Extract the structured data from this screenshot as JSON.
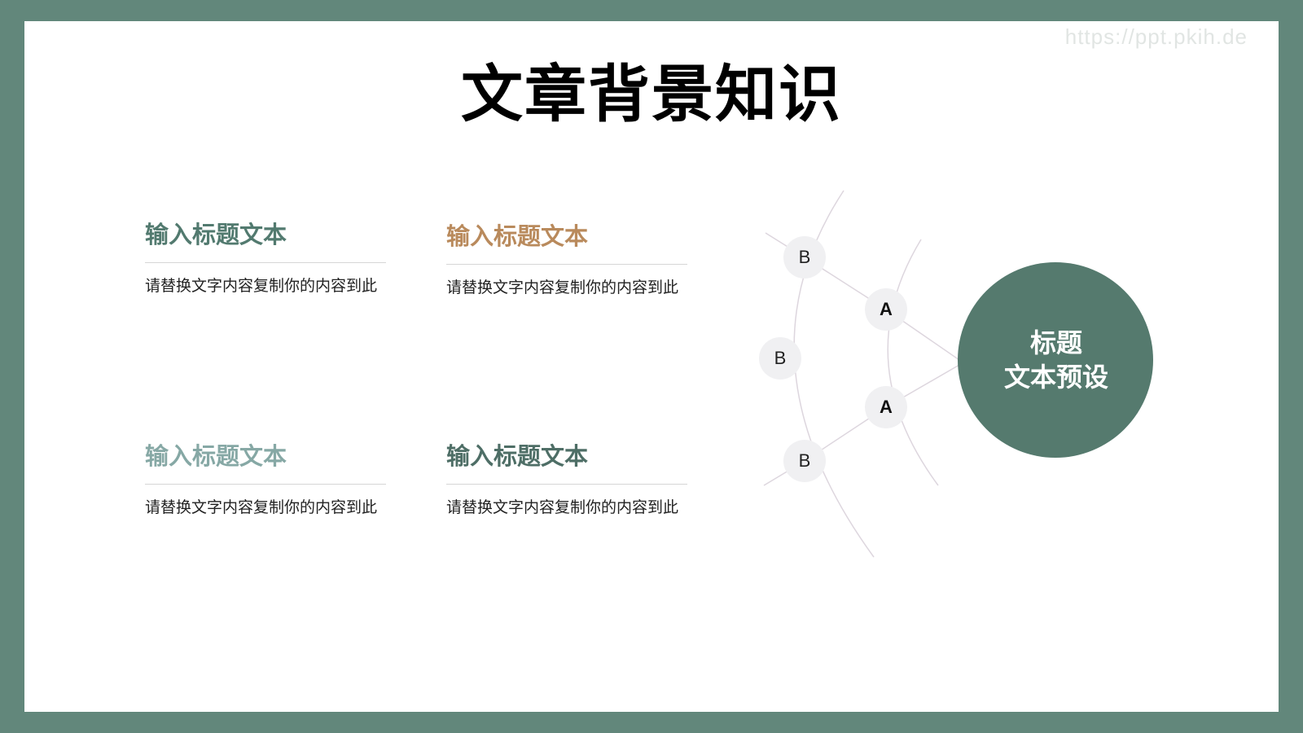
{
  "watermark": "https://ppt.pkih.de",
  "title": "文章背景知识",
  "colors": {
    "frame": "#62877b",
    "title_green": "#527a6f",
    "title_orange": "#b98a5c",
    "title_light": "#86a8a5",
    "title_dark": "#4e6e66",
    "hub": "#557a6e",
    "node_fill": "#f0f0f2",
    "line": "#ddd6de"
  },
  "cards": [
    {
      "title": "输入标题文本",
      "desc": "请替换文字内容复制你的内容到此"
    },
    {
      "title": "输入标题文本",
      "desc": "请替换文字内容复制你的内容到此"
    },
    {
      "title": "输入标题文本",
      "desc": "请替换文字内容复制你的内容到此"
    },
    {
      "title": "输入标题文本",
      "desc": "请替换文字内容复制你的内容到此"
    }
  ],
  "diagram": {
    "hub": {
      "line1": "标题",
      "line2": "文本预设"
    },
    "inner_nodes": [
      {
        "label": "A"
      },
      {
        "label": "A"
      }
    ],
    "outer_nodes": [
      {
        "label": "B"
      },
      {
        "label": "B"
      },
      {
        "label": "B"
      }
    ]
  }
}
